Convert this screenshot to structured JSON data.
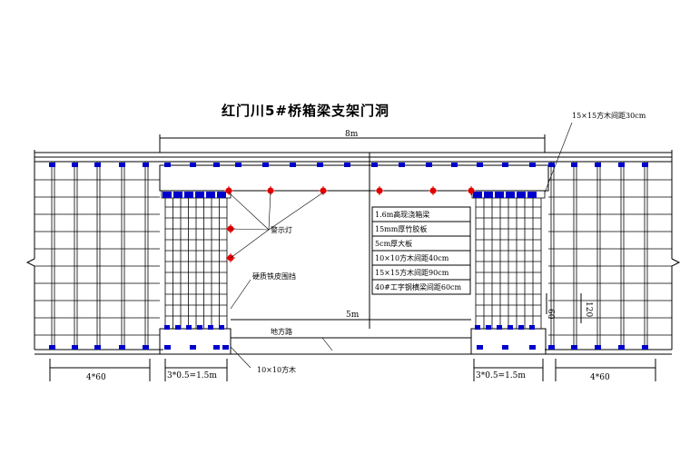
{
  "title": "红门川5#桥箱梁支架门洞",
  "span_label": "8m",
  "opening_label": "5m",
  "warning_light_label": "警示灯",
  "guard_label": "硬质铁皮围挡",
  "road_label": "地方路",
  "timber_small_label": "10×10方木",
  "timber_large_label": "15×15方木间距30cm",
  "layers": [
    "1.6m高现浇箱梁",
    "15mm厚竹胶板",
    "5cm厚大板",
    "10×10方木间距40cm",
    "15×15方木间距90cm",
    "40#工字钢横梁间距60cm"
  ],
  "dims": {
    "left_spacing": "4*60",
    "right_spacing": "4*60",
    "left_pier": "3*0.5=1.5m",
    "right_pier": "3*0.5=1.5m",
    "v60": "60",
    "v120": "120"
  },
  "colors": {
    "line": "#000000",
    "accent": "#0000cc",
    "warning": "#e00000"
  },
  "icons": [
    "warning-light-icon",
    "timber-block-icon"
  ]
}
